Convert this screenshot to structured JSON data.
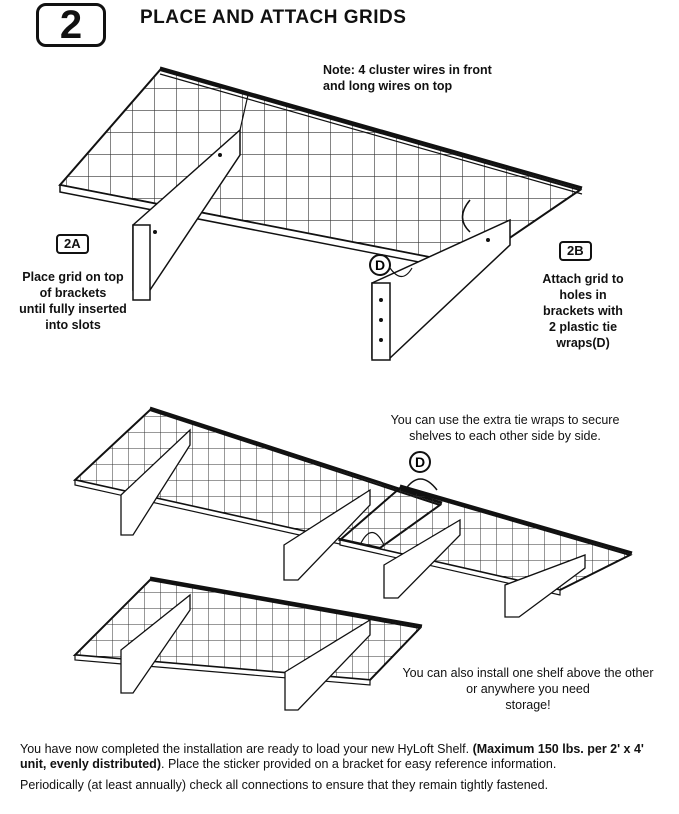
{
  "header": {
    "step_number": "2",
    "title": "PLACE AND ATTACH GRIDS"
  },
  "note": {
    "line1": "Note: 4 cluster wires in front",
    "line2": "and long wires on top"
  },
  "step_2a": {
    "label": "2A",
    "lines": [
      "Place grid on top",
      "of brackets",
      "until fully inserted",
      "into slots"
    ]
  },
  "step_2b": {
    "label": "2B",
    "lines": [
      "Attach grid to",
      "holes in",
      "brackets with",
      "2 plastic tie",
      "wraps(D)"
    ]
  },
  "callout": {
    "letter": "D"
  },
  "side_note_1": {
    "line1": "You can use the extra tie wraps to secure",
    "line2": "shelves to each other side by side."
  },
  "side_note_2": {
    "line1": "You can also install one shelf above the other",
    "line2": "or anywhere you need",
    "line3": "storage!"
  },
  "footer": {
    "p1_a": "You have now completed the installation are ready to load your new HyLoft Shelf. ",
    "p1_bold": "(Maximum 150 lbs. per 2' x 4' unit, evenly distributed)",
    "p1_b": ". Place the sticker provided on a bracket for easy reference information.",
    "p2": "Periodically (at least annually) check all connections to ensure that they remain tightly fastened."
  }
}
